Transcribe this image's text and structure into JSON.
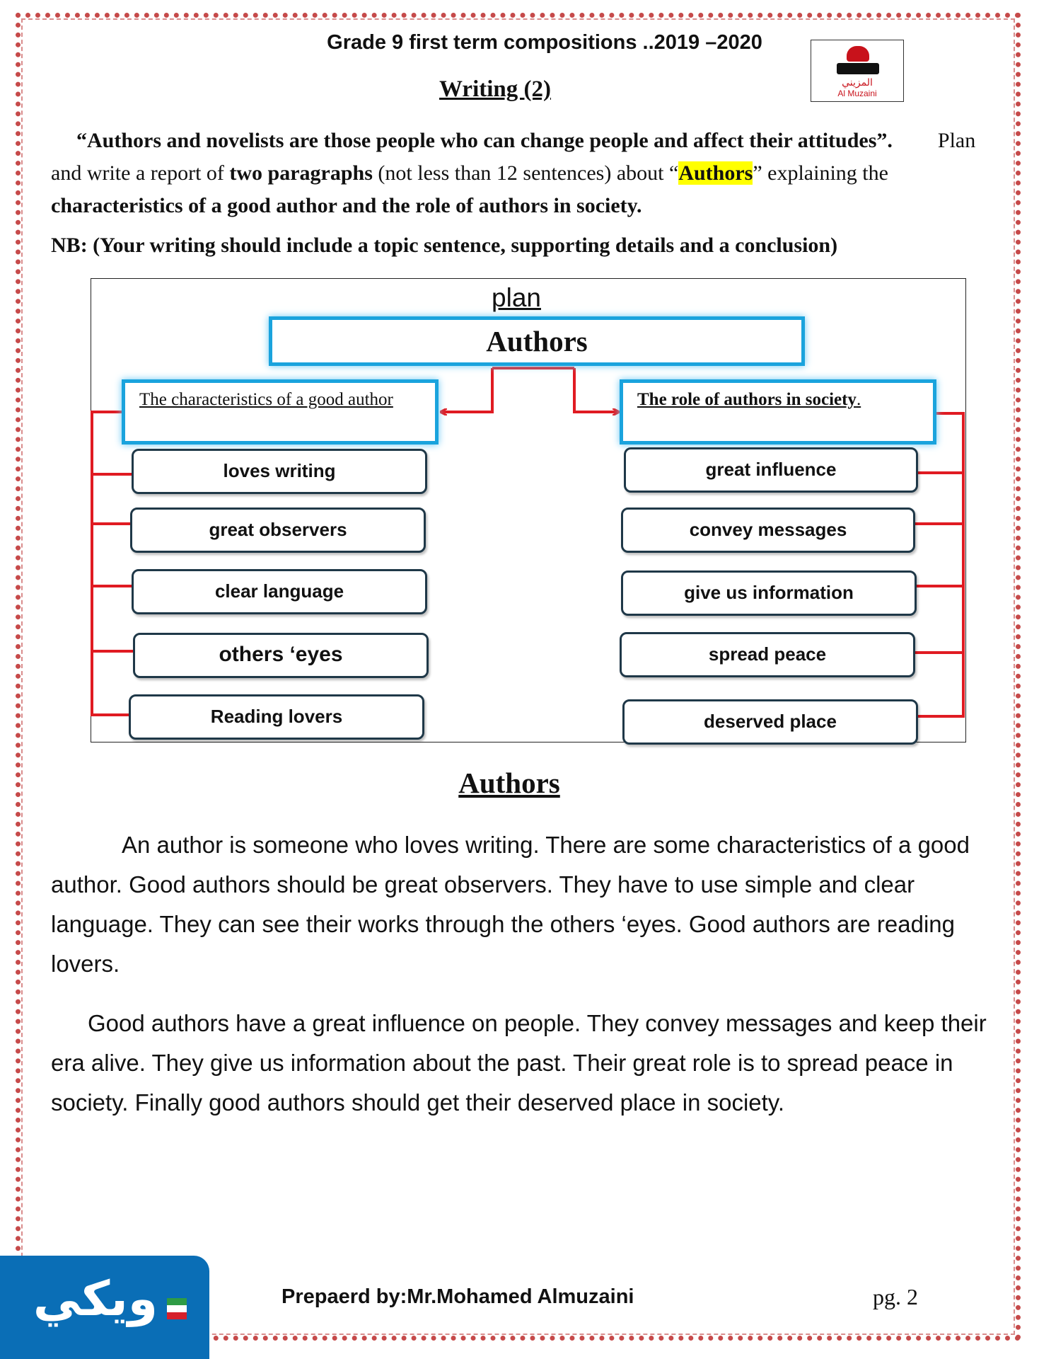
{
  "header": {
    "title": "Grade 9  first  term compositions ..2019 –2020",
    "logo_ar": "المزيني",
    "logo_en": "Al Muzaini"
  },
  "task": {
    "title": "Writing (2)",
    "quote": "“Authors and novelists are those people who can change people and affect their attitudes”.",
    "instr_1": "Plan and write a report of ",
    "instr_bold_1": "two paragraphs",
    "instr_2": " (not less than 12 sentences) about “",
    "instr_highlight": "Authors",
    "instr_3": "” explaining the ",
    "instr_bold_2": "characteristics of a good author and the role of authors in society.",
    "nb_label": "NB",
    "nb_text": ": (Your writing should include a topic sentence, supporting details and a conclusion)"
  },
  "plan": {
    "label": "plan",
    "center": "Authors",
    "left_title": "The characteristics of a good author",
    "right_title": "The role of authors in society",
    "right_title_suffix": ".",
    "left_items": [
      "loves writing",
      "great observers",
      "clear language",
      "others ‘eyes",
      "Reading lovers"
    ],
    "right_items": [
      "great influence",
      "convey messages",
      "give us information",
      "spread peace",
      "deserved place"
    ]
  },
  "essay": {
    "title": "Authors",
    "p1": "An author is someone who loves writing. There are some characteristics of a good author.  Good authors should be great observers. They have to use simple and clear language. They can see their works through the others ‘eyes. Good authors are reading lovers.",
    "p2": "Good authors have a great influence on people. They convey messages and keep their era alive. They give us information about the past. Their great role is to spread peace in society. Finally good authors should get their deserved place in society."
  },
  "footer": {
    "prepared_by": "Prepaerd by:Mr.Mohamed Almuzaini",
    "page": "pg. 2",
    "brand": "ويكي"
  },
  "colors": {
    "highlight": "#ffff00",
    "box_border": "#1aa3dd",
    "connector": "#e01b22",
    "pill_border": "#1f3848",
    "page_border": "#c64a4a"
  }
}
